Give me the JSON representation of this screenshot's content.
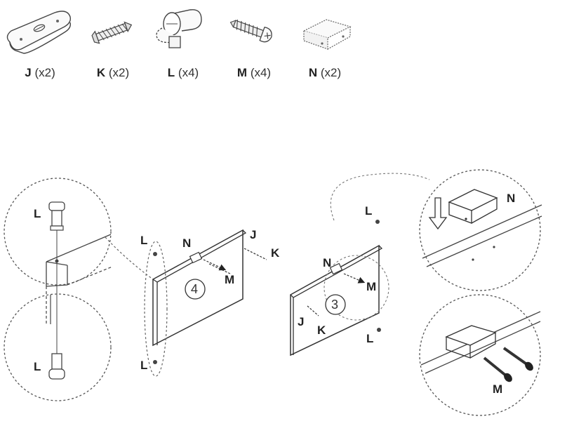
{
  "parts": [
    {
      "letter": "J",
      "qty": "(x2)",
      "icon": "cam-plate-icon"
    },
    {
      "letter": "K",
      "qty": "(x2)",
      "icon": "wood-screw-icon"
    },
    {
      "letter": "L",
      "qty": "(x4)",
      "icon": "dowel-pin-icon"
    },
    {
      "letter": "M",
      "qty": "(x4)",
      "icon": "machine-screw-icon"
    },
    {
      "letter": "N",
      "qty": "(x2)",
      "icon": "bracket-icon"
    }
  ],
  "diagram": {
    "left_detail": {
      "top_label": "L",
      "bottom_label": "L"
    },
    "panel_4": {
      "number": "4",
      "labels": {
        "L_top": "L",
        "L_bottom": "L",
        "N": "N",
        "M": "M",
        "J": "J",
        "K": "K"
      }
    },
    "panel_3": {
      "number": "3",
      "labels": {
        "L_top": "L",
        "L_bottom": "L",
        "N": "N",
        "M": "M",
        "J": "J",
        "K": "K"
      }
    },
    "right_detail": {
      "top_label": "N",
      "bottom_label": "M"
    }
  }
}
